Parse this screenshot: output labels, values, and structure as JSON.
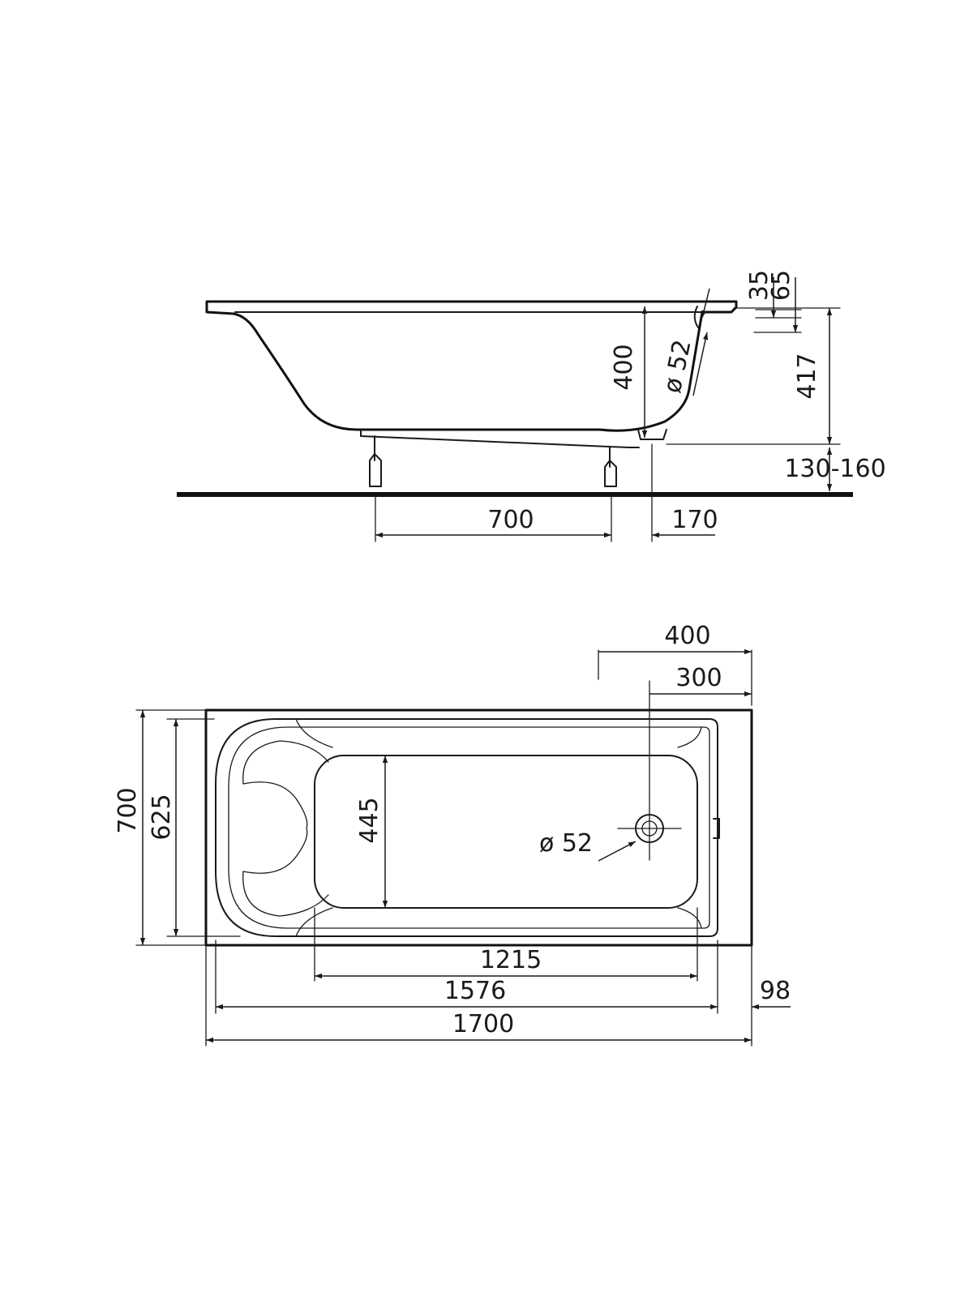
{
  "side_view": {
    "dims": {
      "rim_35": "35",
      "rim_65": "65",
      "depth_400": "400",
      "drain_52": "ø 52",
      "height_417": "417",
      "legs_130_160": "130-160",
      "leg_spacing_700": "700",
      "leg_offset_170": "170"
    }
  },
  "top_view": {
    "dims": {
      "overflow_400": "400",
      "drain_300": "300",
      "width_700": "700",
      "inner_width_625": "625",
      "bottom_width_445": "445",
      "drain_52": "ø 52",
      "bottom_length_1215": "1215",
      "inner_length_1576": "1576",
      "rim_98": "98",
      "length_1700": "1700"
    }
  },
  "colors": {
    "line": "#1a1a1a",
    "background": "#ffffff"
  }
}
